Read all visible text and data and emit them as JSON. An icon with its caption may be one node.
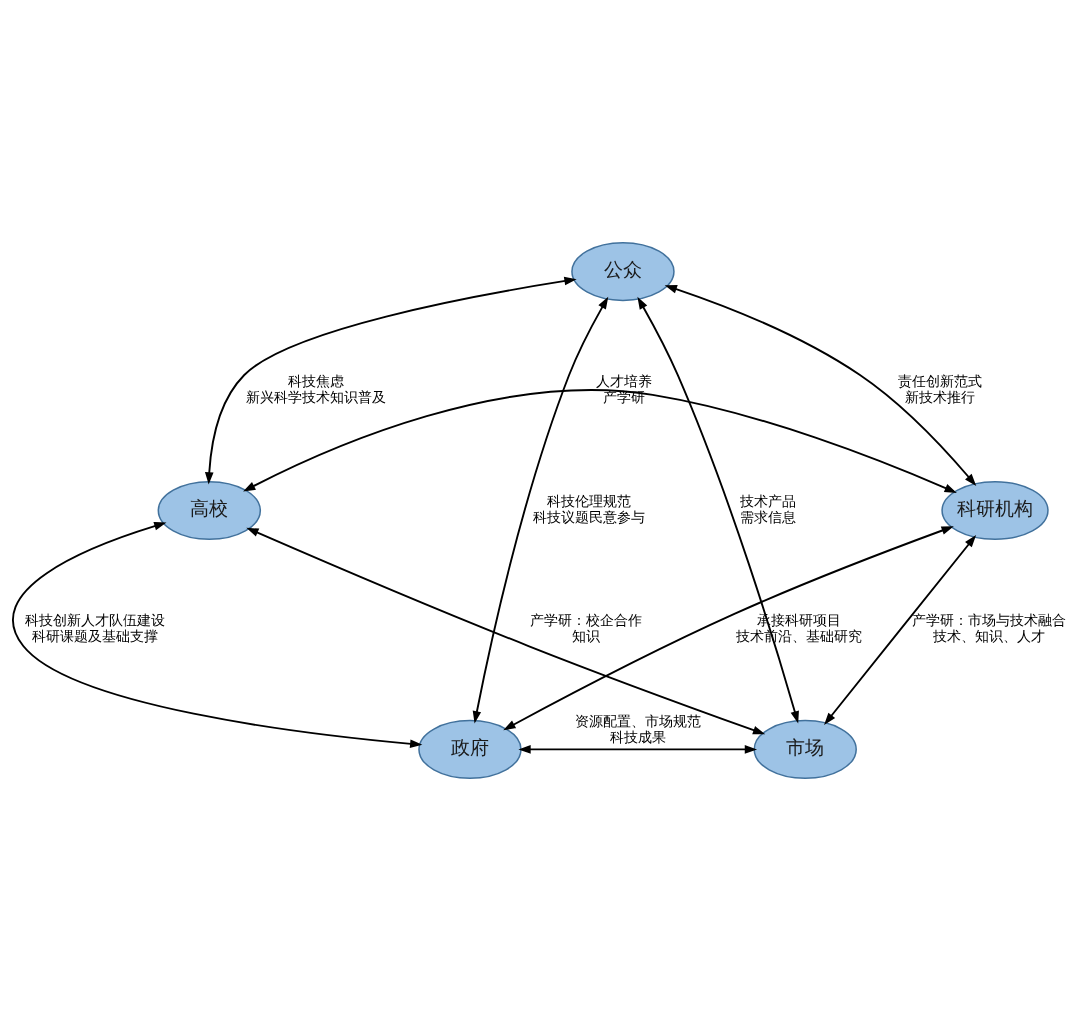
{
  "diagram": {
    "nodes": [
      {
        "text": [
          "公众"
        ]
      },
      {
        "text": [
          "高校"
        ]
      },
      {
        "text": [
          "科研机构"
        ]
      },
      {
        "text": [
          "政府"
        ]
      },
      {
        "text": [
          "市场"
        ]
      }
    ],
    "edges": [
      {
        "from": 0,
        "to": 1,
        "arrow": "both",
        "label": [
          "科技焦虑",
          "新兴科学技术知识普及"
        ]
      },
      {
        "from": 0,
        "to": 3,
        "arrow": "both",
        "label": [
          "科技伦理规范",
          "科技议题民意参与"
        ]
      },
      {
        "from": 0,
        "to": 4,
        "arrow": "both",
        "label": [
          "技术产品",
          "需求信息"
        ]
      },
      {
        "from": 0,
        "to": 2,
        "arrow": "both",
        "label": [
          "责任创新范式",
          "新技术推行"
        ]
      },
      {
        "from": 1,
        "to": 2,
        "arrow": "both",
        "label": [
          "人才培养",
          "产学研"
        ]
      },
      {
        "from": 1,
        "to": 3,
        "arrow": "both",
        "label": [
          "科技创新人才队伍建设",
          "科研课题及基础支撑"
        ]
      },
      {
        "from": 1,
        "to": 4,
        "arrow": "both",
        "label": [
          "产学研：校企合作",
          "知识"
        ]
      },
      {
        "from": 2,
        "to": 3,
        "arrow": "both",
        "label": [
          "承接科研项目",
          "技术前沿、基础研究"
        ]
      },
      {
        "from": 2,
        "to": 4,
        "arrow": "both",
        "label": [
          "产学研：市场与技术融合",
          "技术、知识、人才"
        ]
      },
      {
        "from": 3,
        "to": 4,
        "arrow": "both",
        "label": [
          "资源配置、市场规范",
          "科技成果"
        ]
      }
    ]
  }
}
